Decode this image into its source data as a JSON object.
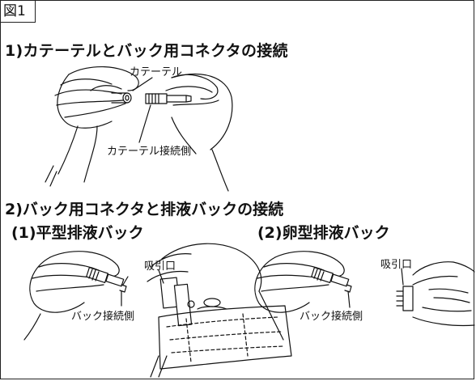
{
  "figure": {
    "tag": "図1"
  },
  "section1": {
    "heading": "1)カテーテルとバック用コネクタの接続",
    "label_catheter": "カテーテル",
    "label_catheter_side": "カテーテル接続側"
  },
  "section2": {
    "heading": "2)バック用コネクタと排液バックの接続",
    "flat": {
      "heading": "(1)平型排液バック",
      "label_inlet": "吸引口",
      "label_bag_side": "バック接続側"
    },
    "egg": {
      "heading": "(2)卵型排液バック",
      "label_inlet": "吸引口",
      "label_bag_side": "バック接続側"
    }
  }
}
